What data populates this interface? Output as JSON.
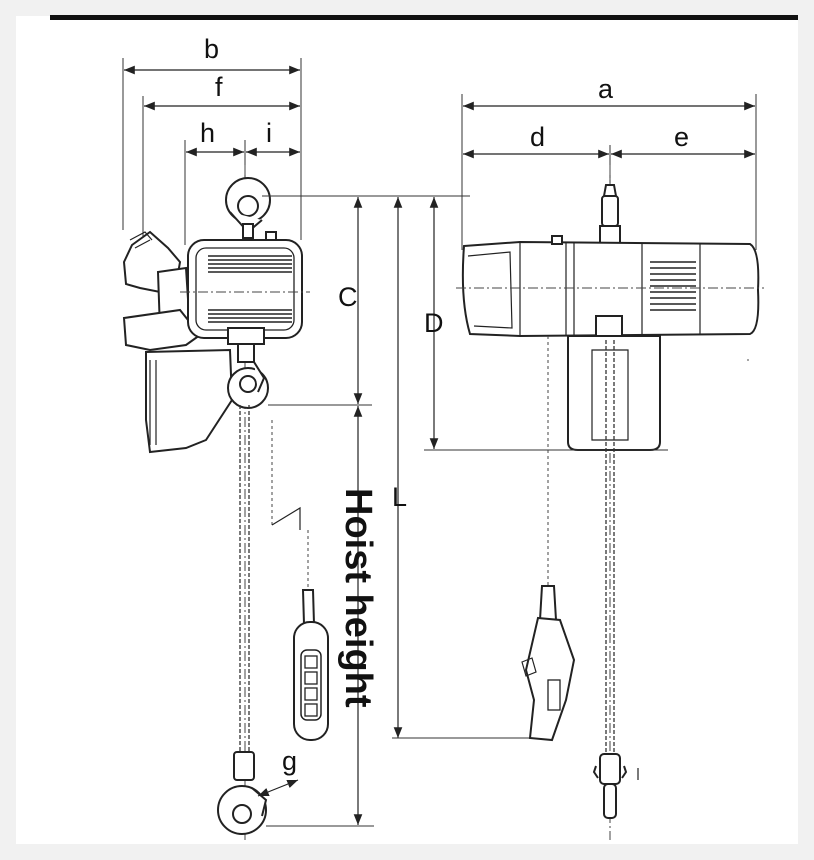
{
  "labels": {
    "a": "a",
    "b": "b",
    "c": "C",
    "d": "d",
    "big_d": "D",
    "e": "e",
    "f": "f",
    "g": "g",
    "h": "h",
    "i": "i",
    "l": "L",
    "hoist_height": "Hoist height"
  }
}
